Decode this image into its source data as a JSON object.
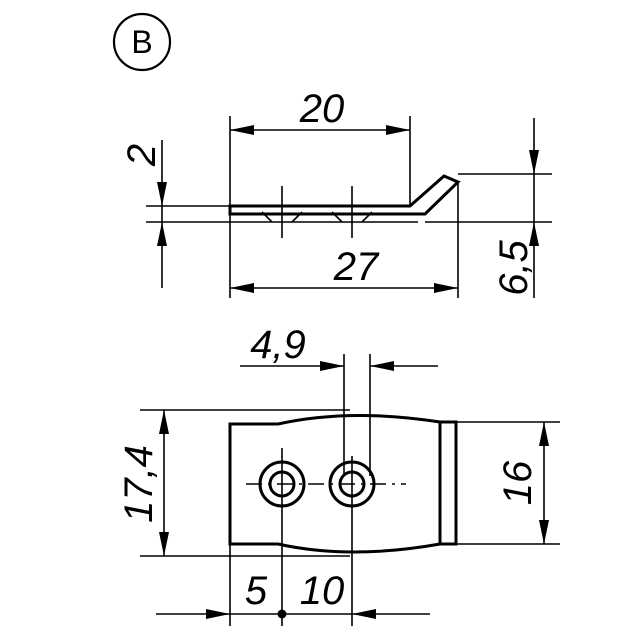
{
  "view_label": "B",
  "side_view": {
    "dim_top_length": "20",
    "dim_thickness": "2",
    "dim_total_length": "27",
    "dim_height": "6,5"
  },
  "top_view": {
    "dim_hole_diameter": "4,9",
    "dim_width_left": "17,4",
    "dim_width_right": "16",
    "dim_first_hole": "5",
    "dim_hole_spacing": "10"
  }
}
